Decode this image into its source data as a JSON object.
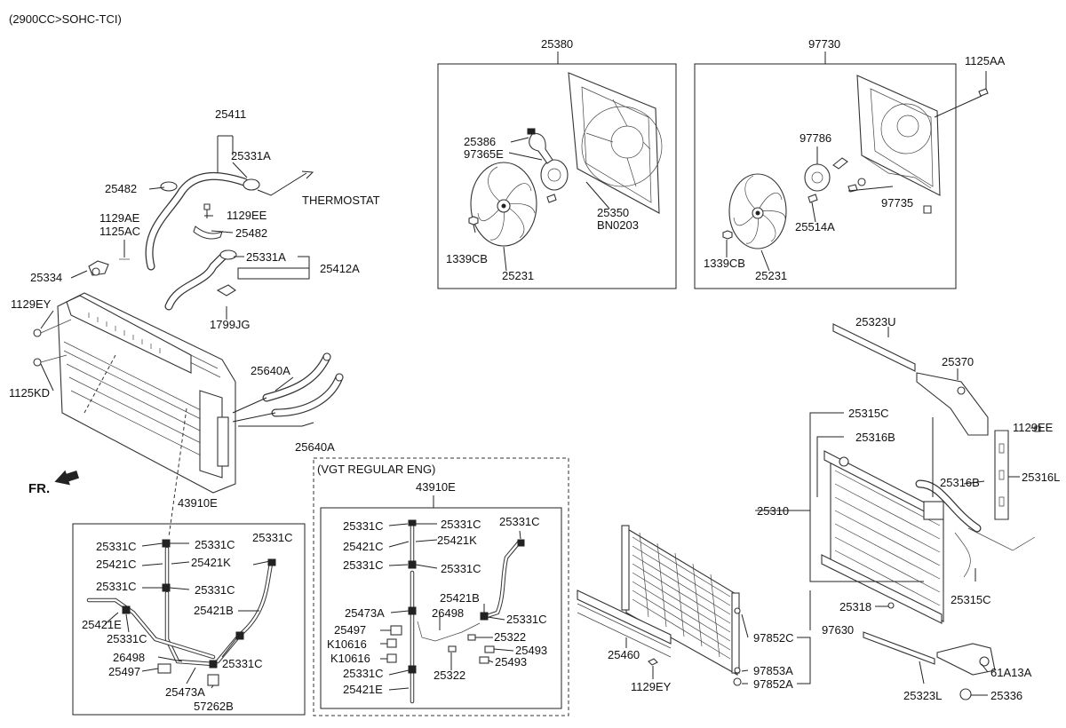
{
  "diagram": {
    "header_title": "(2900CC>SOHC-TCI)",
    "fr_label": "FR.",
    "thermostat_label": "THERMOSTAT",
    "vgt_box_title": "(VGT REGULAR ENG)",
    "labels": {
      "p25411": "25411",
      "p25331A_top": "25331A",
      "p25482_top": "25482",
      "p1129AE": "1129AE",
      "p1125AC": "1125AC",
      "p1129EE_left": "1129EE",
      "p25482_mid": "25482",
      "p25334": "25334",
      "p25331A_mid": "25331A",
      "p25412A": "25412A",
      "p1129EY_left": "1129EY",
      "p1799JG": "1799JG",
      "p1125KD": "1125KD",
      "p25640A_top": "25640A",
      "p25640A_bot": "25640A",
      "p43910E_left": "43910E",
      "p43910E_mid": "43910E",
      "p25380": "25380",
      "p25386": "25386",
      "p97365E": "97365E",
      "p25350": "25350",
      "pBN0203": "BN0203",
      "p1339CB_1": "1339CB",
      "p25231_1": "25231",
      "p97730": "97730",
      "p1125AA": "1125AA",
      "p97786": "97786",
      "p97735": "97735",
      "p25514A": "25514A",
      "p1339CB_2": "1339CB",
      "p25231_2": "25231",
      "p25323U": "25323U",
      "p25370": "25370",
      "p25315C_top": "25315C",
      "p25316B_top": "25316B",
      "p1129EE_right": "1129EE",
      "p25316L": "25316L",
      "p25316B_mid": "25316B",
      "p25310": "25310",
      "p25315C_bot": "25315C",
      "p25318": "25318",
      "p97852C": "97852C",
      "p97630": "97630",
      "p97853A": "97853A",
      "p97852A": "97852A",
      "p25460": "25460",
      "p1129EY_bot": "1129EY",
      "p25323L": "25323L",
      "p61A13A": "61A13A",
      "p25336": "25336",
      "L_25331C_a": "25331C",
      "L_25331C_b": "25331C",
      "L_25421C": "25421C",
      "L_25421K": "25421K",
      "L_25331C_c": "25331C",
      "L_25331C_d": "25331C",
      "L_25331C_e": "25331C",
      "L_25421B": "25421B",
      "L_25421E": "25421E",
      "L_25331C_f": "25331C",
      "L_26498": "26498",
      "L_25331C_g": "25331C",
      "L_25497": "25497",
      "L_25473A": "25473A",
      "L_57262B": "57262B",
      "M_25331C_a": "25331C",
      "M_25331C_b": "25331C",
      "M_25331C_c": "25331C",
      "M_25421C": "25421C",
      "M_25421K": "25421K",
      "M_25331C_d": "25331C",
      "M_25331C_e": "25331C",
      "M_25421B": "25421B",
      "M_26498": "26498",
      "M_25473A": "25473A",
      "M_25331C_f": "25331C",
      "M_25497": "25497",
      "M_25322_a": "25322",
      "M_K10616_a": "K10616",
      "M_25493_a": "25493",
      "M_K10616_b": "K10616",
      "M_25493_b": "25493",
      "M_25331C_g": "25331C",
      "M_25322_b": "25322",
      "M_25421E": "25421E"
    }
  }
}
